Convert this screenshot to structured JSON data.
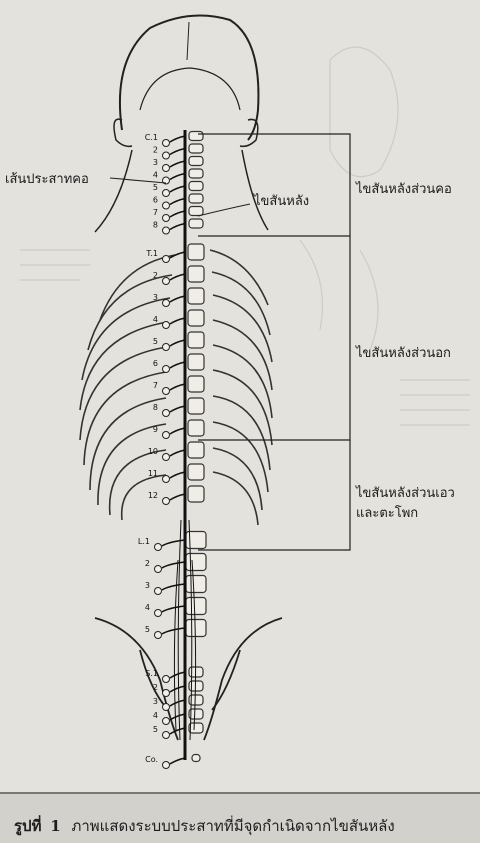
{
  "labels": {
    "cervical_nerve": "เส้นประสาทคอ",
    "spinal_cord": "ไขสันหลัง",
    "cervical_region": "ไขสันหลังส่วนคอ",
    "thoracic_region": "ไขสันหลังส่วนอก",
    "lumbar_region_line1": "ไขสันหลังส่วนเอว",
    "lumbar_region_line2": "และตะโพก"
  },
  "vertebra_labels": {
    "cervical": [
      "C.1",
      "2",
      "3",
      "4",
      "5",
      "6",
      "7",
      "8"
    ],
    "thoracic": [
      "T.1",
      "2",
      "3",
      "4",
      "5",
      "6",
      "7",
      "8",
      "9",
      "10",
      "11",
      "12"
    ],
    "lumbar": [
      "L.1",
      "2",
      "3",
      "4",
      "5"
    ],
    "sacral": [
      "S.1",
      "2",
      "3",
      "4",
      "5"
    ],
    "coccygeal": [
      "Co."
    ]
  },
  "caption": {
    "figure_word": "รูปที่",
    "number": "1",
    "text": "ภาพแสดงระบบประสาทที่มีจุดกำเนิดจากไขสันหลัง"
  }
}
